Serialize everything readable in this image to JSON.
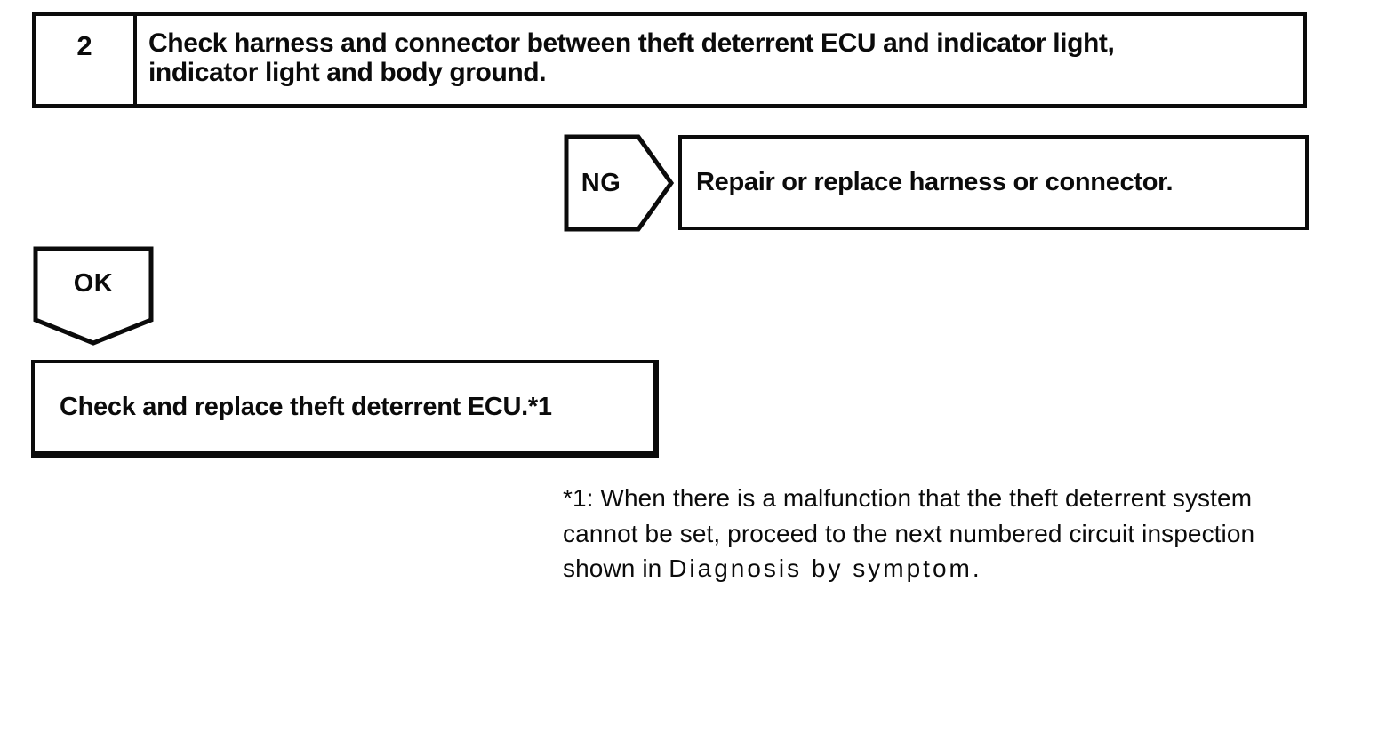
{
  "flowchart": {
    "step": {
      "number": "2",
      "instruction_line1": "Check harness and connector between theft deterrent ECU and indicator light,",
      "instruction_line2": "indicator light and body ground."
    },
    "ng_branch": {
      "label": "NG",
      "action": "Repair or replace harness or connector."
    },
    "ok_branch": {
      "label": "OK",
      "action": "Check and replace theft deterrent ECU.*1"
    },
    "footnote": {
      "line1": "*1: When there is a malfunction that the theft deterrent system",
      "line2": "cannot be set, proceed to the next numbered circuit inspection",
      "line3_prefix": "shown in ",
      "line3_reference": "Diagnosis by symptom",
      "line3_suffix": "."
    },
    "colors": {
      "ink": "#0b0b0b",
      "background": "#ffffff"
    }
  }
}
